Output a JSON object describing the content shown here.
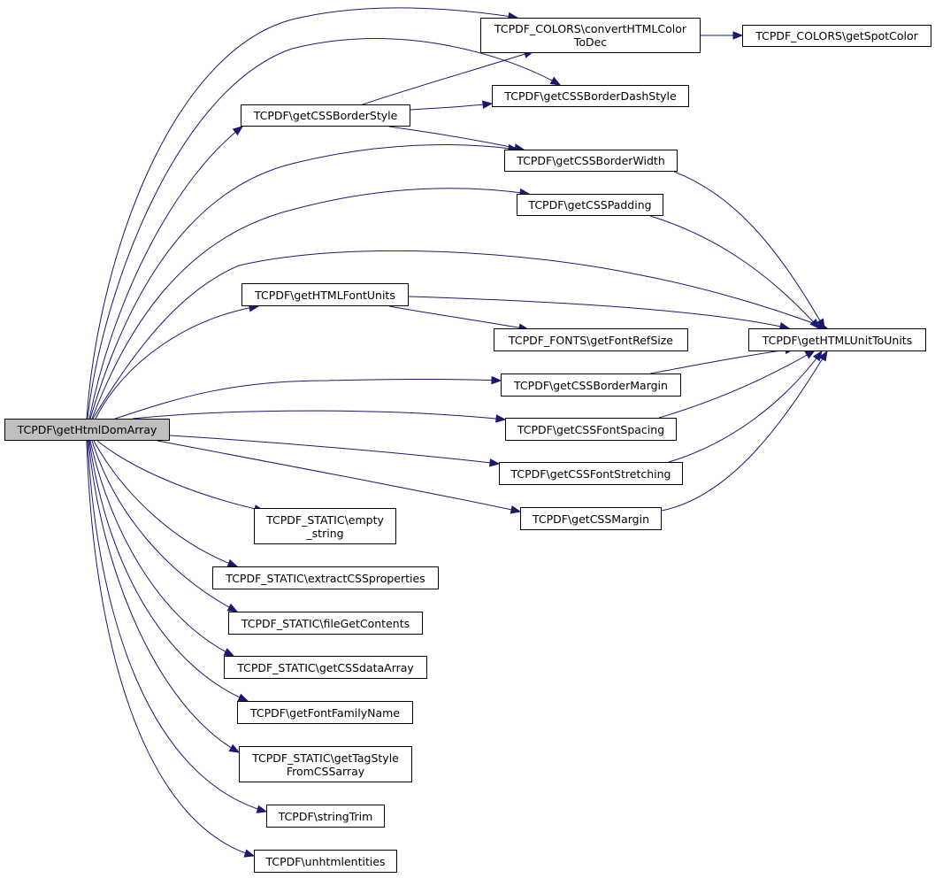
{
  "graph": {
    "root": "TCPDF\\getHtmlDomArray",
    "nodes": {
      "getHtmlDomArray": "TCPDF\\getHtmlDomArray",
      "convertHTMLColorToDec": "TCPDF_COLORS\\convertHTMLColor\nToDec",
      "getSpotColor": "TCPDF_COLORS\\getSpotColor",
      "getCSSBorderDashStyle": "TCPDF\\getCSSBorderDashStyle",
      "getCSSBorderStyle": "TCPDF\\getCSSBorderStyle",
      "getCSSBorderWidth": "TCPDF\\getCSSBorderWidth",
      "getCSSPadding": "TCPDF\\getCSSPadding",
      "getHTMLFontUnits": "TCPDF\\getHTMLFontUnits",
      "getFontRefSize": "TCPDF_FONTS\\getFontRefSize",
      "getHTMLUnitToUnits": "TCPDF\\getHTMLUnitToUnits",
      "getCSSBorderMargin": "TCPDF\\getCSSBorderMargin",
      "getCSSFontSpacing": "TCPDF\\getCSSFontSpacing",
      "getCSSFontStretching": "TCPDF\\getCSSFontStretching",
      "getCSSMargin": "TCPDF\\getCSSMargin",
      "empty_string": "TCPDF_STATIC\\empty\n_string",
      "extractCSSproperties": "TCPDF_STATIC\\extractCSSproperties",
      "fileGetContents": "TCPDF_STATIC\\fileGetContents",
      "getCSSdataArray": "TCPDF_STATIC\\getCSSdataArray",
      "getFontFamilyName": "TCPDF\\getFontFamilyName",
      "getTagStyleFromCSSarray": "TCPDF_STATIC\\getTagStyle\nFromCSSarray",
      "stringTrim": "TCPDF\\stringTrim",
      "unhtmlentities": "TCPDF\\unhtmlentities"
    },
    "edges": [
      [
        "getHtmlDomArray",
        "convertHTMLColorToDec"
      ],
      [
        "getHtmlDomArray",
        "getCSSBorderDashStyle"
      ],
      [
        "getHtmlDomArray",
        "getCSSBorderStyle"
      ],
      [
        "getHtmlDomArray",
        "getCSSBorderWidth"
      ],
      [
        "getHtmlDomArray",
        "getCSSPadding"
      ],
      [
        "getHtmlDomArray",
        "getHTMLUnitToUnits"
      ],
      [
        "getHtmlDomArray",
        "getHTMLFontUnits"
      ],
      [
        "getHtmlDomArray",
        "getCSSBorderMargin"
      ],
      [
        "getHtmlDomArray",
        "getCSSFontSpacing"
      ],
      [
        "getHtmlDomArray",
        "getCSSFontStretching"
      ],
      [
        "getHtmlDomArray",
        "getCSSMargin"
      ],
      [
        "getHtmlDomArray",
        "empty_string"
      ],
      [
        "getHtmlDomArray",
        "extractCSSproperties"
      ],
      [
        "getHtmlDomArray",
        "fileGetContents"
      ],
      [
        "getHtmlDomArray",
        "getCSSdataArray"
      ],
      [
        "getHtmlDomArray",
        "getFontFamilyName"
      ],
      [
        "getHtmlDomArray",
        "getTagStyleFromCSSarray"
      ],
      [
        "getHtmlDomArray",
        "stringTrim"
      ],
      [
        "getHtmlDomArray",
        "unhtmlentities"
      ],
      [
        "convertHTMLColorToDec",
        "getSpotColor"
      ],
      [
        "getCSSBorderStyle",
        "convertHTMLColorToDec"
      ],
      [
        "getCSSBorderStyle",
        "getCSSBorderDashStyle"
      ],
      [
        "getCSSBorderStyle",
        "getCSSBorderWidth"
      ],
      [
        "getCSSBorderWidth",
        "getHTMLUnitToUnits"
      ],
      [
        "getCSSPadding",
        "getHTMLUnitToUnits"
      ],
      [
        "getHTMLFontUnits",
        "getHTMLUnitToUnits"
      ],
      [
        "getHTMLFontUnits",
        "getFontRefSize"
      ],
      [
        "getCSSBorderMargin",
        "getHTMLUnitToUnits"
      ],
      [
        "getCSSFontSpacing",
        "getHTMLUnitToUnits"
      ],
      [
        "getCSSFontStretching",
        "getHTMLUnitToUnits"
      ],
      [
        "getCSSMargin",
        "getHTMLUnitToUnits"
      ]
    ],
    "colors": {
      "edge": "#191970",
      "root_fill": "#bfbfbf",
      "node_fill": "#ffffff",
      "border": "#000000"
    }
  }
}
